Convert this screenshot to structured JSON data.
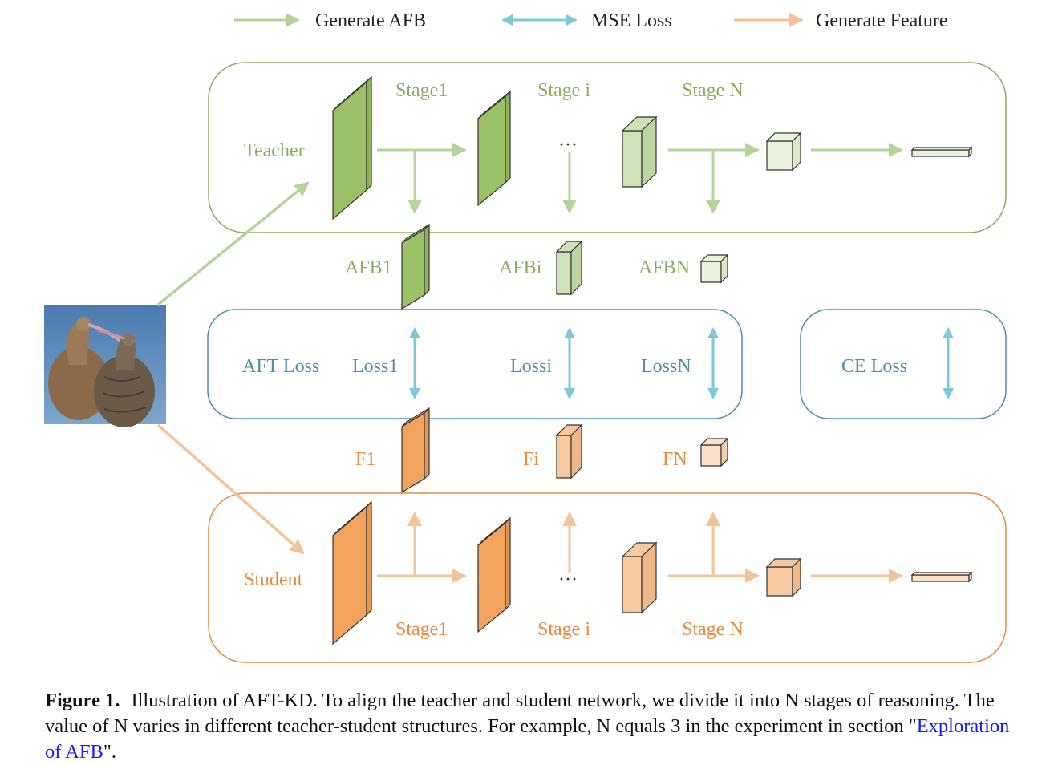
{
  "colors": {
    "teacher": "#8cad5f",
    "teacher_arrow": "#b5d49a",
    "teacher_fill_dark": "#9ac168",
    "teacher_fill_mid": "#cfe2b7",
    "teacher_fill_light": "#e9f2dc",
    "loss": "#4a90a8",
    "loss_arrow": "#7ec8dc",
    "student": "#ea8a3e",
    "student_arrow": "#f5c39a",
    "student_fill_dark": "#f2a45f",
    "student_fill_mid": "#f7c9a0",
    "student_fill_light": "#fbe1c8"
  },
  "legend": {
    "generate_afb": "Generate AFB",
    "mse_loss": "MSE Loss",
    "generate_feature": "Generate Feature"
  },
  "teacher": {
    "label": "Teacher",
    "stage1": "Stage1",
    "stage_i": "Stage i",
    "stage_n": "Stage N",
    "ellipsis": "···"
  },
  "afb": {
    "afb1": "AFB1",
    "afbi": "AFBi",
    "afbn": "AFBN"
  },
  "loss": {
    "aft_loss": "AFT Loss",
    "loss1": "Loss1",
    "lossi": "Lossi",
    "lossn": "LossN",
    "ce_loss": "CE Loss"
  },
  "features": {
    "f1": "F1",
    "fi": "Fi",
    "fn": "FN"
  },
  "student": {
    "label": "Student",
    "stage1": "Stage1",
    "stage_i": "Stage i",
    "stage_n": "Stage N",
    "ellipsis": "···"
  },
  "input_image": {
    "icon": "bird-photo-icon"
  },
  "caption": {
    "figure_label": "Figure 1.",
    "text": "Illustration of AFT-KD. To align the teacher and student network, we divide it into N stages of reasoning. The value of N varies in different teacher-student structures. For example, N equals 3 in the experiment in section \"",
    "link_text": "Exploration of AFB",
    "tail": "\"."
  }
}
